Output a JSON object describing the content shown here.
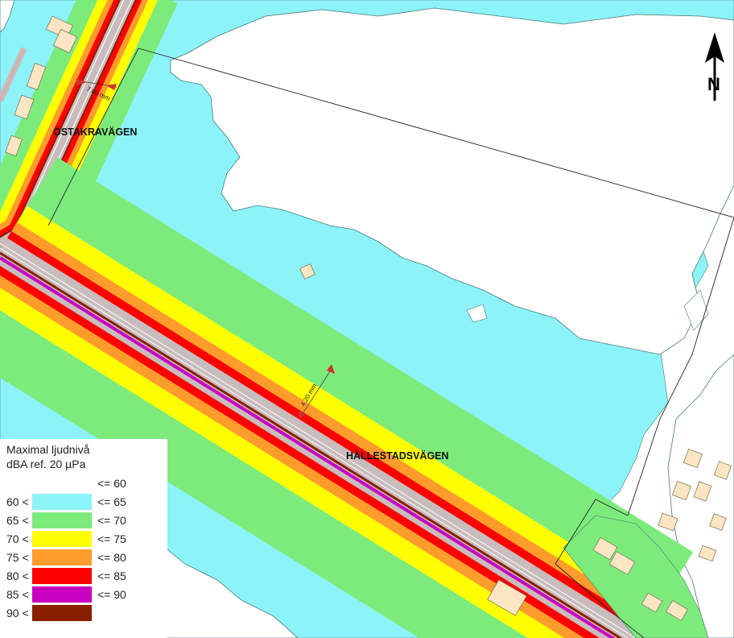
{
  "map": {
    "roads": {
      "ostakra": "ÖSTAKRAVÄGEN",
      "hallestad": "HÄLLESTADSVÄGEN"
    },
    "dimensions": {
      "ostakra": "7.00 mm",
      "hallestad": "4.20 mm"
    },
    "north_label": "N",
    "colors": {
      "band_60_65": "#8cf3f8",
      "band_65_70": "#7deb7c",
      "band_70_75": "#ffff00",
      "band_75_80": "#ff9c2c",
      "band_80_85": "#ff0000",
      "band_85_90": "#c800c0",
      "band_90_plus": "#8a1e00",
      "building": "#fbe6c4",
      "road_surface": "#c8bcbc"
    }
  },
  "legend": {
    "title_line1": "Maximal ljudnivå",
    "title_line2": "dBA ref. 20 µPa",
    "items": [
      {
        "lower": "",
        "upper": "<= 60",
        "color": "#ffffff"
      },
      {
        "lower": "60 <",
        "upper": "<= 65",
        "color": "#8cf3f8"
      },
      {
        "lower": "65 <",
        "upper": "<= 70",
        "color": "#7deb7c"
      },
      {
        "lower": "70 <",
        "upper": "<= 75",
        "color": "#ffff00"
      },
      {
        "lower": "75 <",
        "upper": "<= 80",
        "color": "#ff9c2c"
      },
      {
        "lower": "80 <",
        "upper": "<= 85",
        "color": "#ff0000"
      },
      {
        "lower": "85 <",
        "upper": "<= 90",
        "color": "#c800c0"
      },
      {
        "lower": "90 <",
        "upper": "",
        "color": "#8a1e00"
      }
    ]
  }
}
